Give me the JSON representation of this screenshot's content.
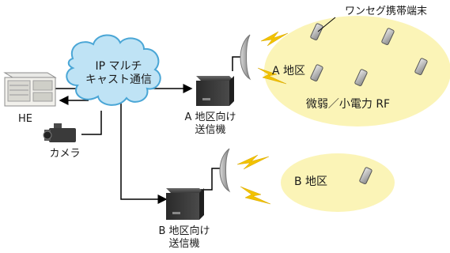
{
  "cloud_label_line1": "IP マルチ",
  "cloud_label_line2": "キャスト通信",
  "he_label": "HE",
  "camera_label": "カメラ",
  "tx_a_label_line1": "A 地区向け",
  "tx_a_label_line2": "送信機",
  "tx_b_label_line1": "B 地区向け",
  "tx_b_label_line2": "送信機",
  "area_a_label": "A 地区",
  "area_b_label": "B 地区",
  "terminal_label": "ワンセグ携帯端末",
  "rf_label": "微弱／小電力 RF",
  "colors": {
    "cloud_fill": "#bfe3f5",
    "cloud_stroke": "#4aa6d6",
    "area_fill": "#fbf4b7",
    "lightning": "#f2c200",
    "device_dark": "#2b2b2b"
  }
}
